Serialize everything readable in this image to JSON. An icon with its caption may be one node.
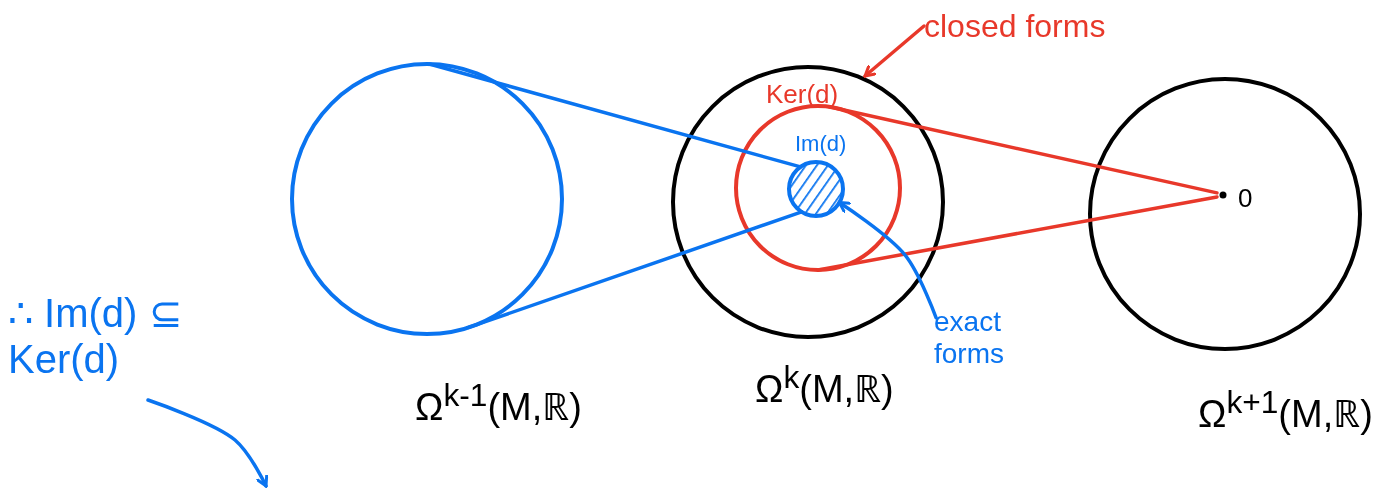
{
  "diagram": {
    "nodes": [
      {
        "text": [
          "Ω$^{k-1}$(M,ℝ)"
        ]
      },
      {
        "text": [
          "Ω$^{k}$(M,ℝ)"
        ]
      },
      {
        "text": [
          "Ker(d)"
        ],
        "in": 1
      },
      {
        "text": [
          "Im(d)"
        ],
        "in": 2
      },
      {
        "text": [
          "Ω$^{k+1}$(M,ℝ)"
        ]
      },
      {
        "text": [
          "0"
        ],
        "in": 4
      },
      {
        "text": [
          "closed forms"
        ]
      },
      {
        "text": [
          "exact forms"
        ]
      },
      {
        "text": [
          "∴ Im(d) ⊆ Ker(d)"
        ]
      }
    ],
    "edges": [
      {
        "from": 0,
        "to": 3,
        "arrow": "none"
      },
      {
        "from": 0,
        "to": 3,
        "arrow": "none"
      },
      {
        "from": 2,
        "to": 5,
        "arrow": "none",
        "color": "#e8382a"
      },
      {
        "from": 2,
        "to": 5,
        "arrow": "none",
        "color": "#e8382a"
      },
      {
        "from": 6,
        "to": 2,
        "arrow": "to",
        "color": "#e8382a"
      },
      {
        "from": 7,
        "to": 3,
        "arrow": "to"
      },
      {
        "from": 8,
        "to": null,
        "arrow": "to"
      }
    ]
  }
}
